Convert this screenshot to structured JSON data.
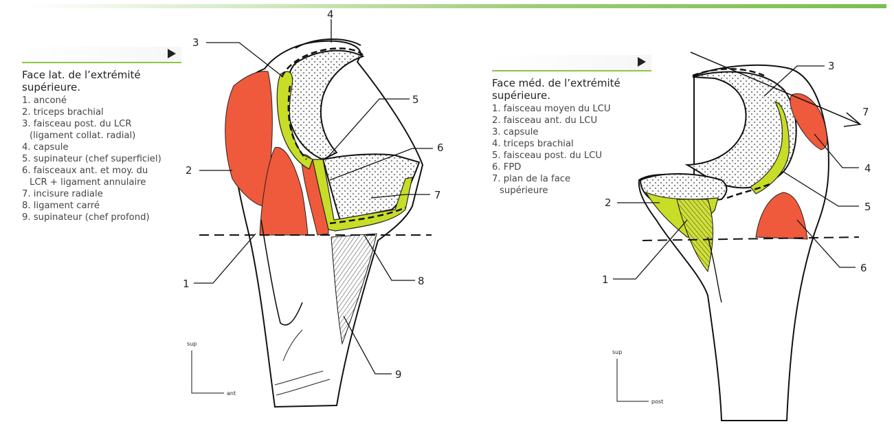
{
  "left_legend": {
    "title_line1": "Face lat. de l’extrémité",
    "title_line2": "supérieure.",
    "items": [
      "1. anconé",
      "2. triceps brachial",
      "3. faisceau post. du LCR",
      "(ligament collat. radial)",
      "4. capsule",
      "5. supinateur (chef superficiel)",
      "6. faisceaux ant. et moy. du",
      "LCR + ligament annulaire",
      "7. incisure radiale",
      "8. ligament carré",
      "9. supinateur (chef profond)"
    ]
  },
  "right_legend": {
    "title_line1": "Face méd. de l’extrémité",
    "title_line2": "supérieure.",
    "items": [
      "1. faisceau moyen du LCU",
      "2. faisceau ant. du LCU",
      "3. capsule",
      "4. triceps brachial",
      "5. faisceau post. du LCU",
      "6. FPD",
      "7. plan de la face",
      "supérieure"
    ]
  },
  "left_labels": {
    "n1": "1",
    "n2": "2",
    "n3": "3",
    "n4": "4",
    "n5": "5",
    "n6": "6",
    "n7": "7",
    "n8": "8",
    "n9": "9"
  },
  "right_labels": {
    "n1": "1",
    "n2": "2",
    "n3": "3",
    "n4": "4",
    "n5": "5",
    "n6": "6",
    "n7": "7"
  },
  "left_axes": {
    "vertical": "sup",
    "horizontal": "ant"
  },
  "right_axes": {
    "vertical": "sup",
    "horizontal": "post"
  },
  "colors": {
    "muscle": "#ef5a3c",
    "ligament": "#c8dd27",
    "accent": "#8cc63f"
  }
}
